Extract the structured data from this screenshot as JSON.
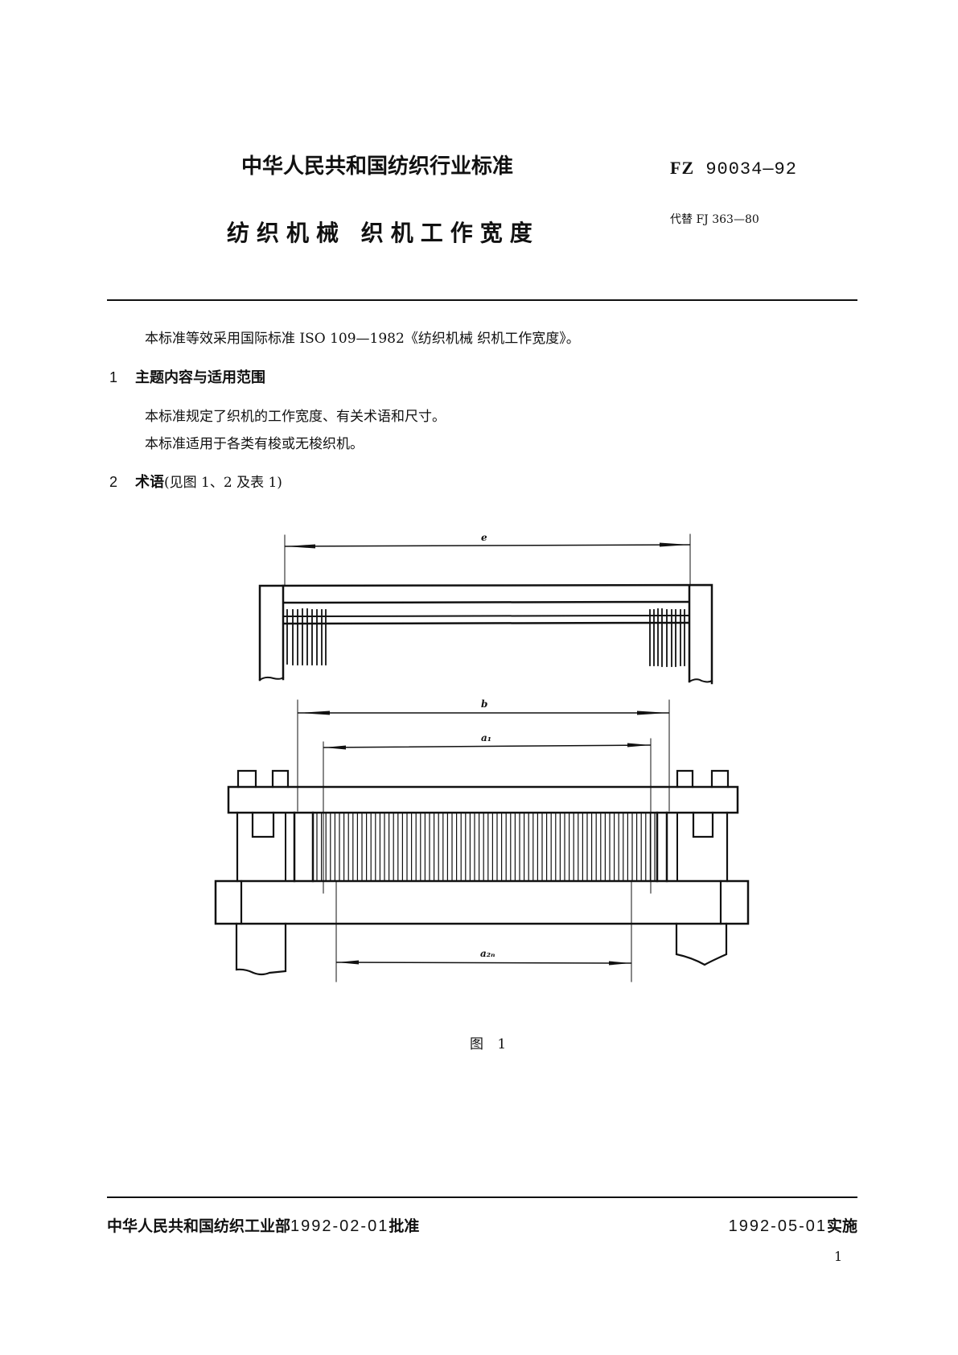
{
  "header": {
    "organization": "中华人民共和国纺织行业标准",
    "code_prefix": "FZ",
    "code_number": "90034—92",
    "title": "纺织机械  织机工作宽度",
    "replaces": "代替 FJ 363—80"
  },
  "body": {
    "intro": "本标准等效采用国际标准 ISO 109—1982《纺织机械   织机工作宽度》。",
    "sections": [
      {
        "number": "1",
        "title": "主题内容与适用范围",
        "paragraphs": [
          "本标准规定了织机的工作宽度、有关术语和尺寸。",
          "本标准适用于各类有梭或无梭织机。"
        ]
      },
      {
        "number": "2",
        "title": "术语",
        "title_suffix": "(见图 1、2 及表 1)"
      }
    ]
  },
  "figure": {
    "labels": {
      "e": "e",
      "b": "b",
      "a1": "a₁",
      "a2": "a₂ₙ"
    },
    "caption": "图 1"
  },
  "footer": {
    "issuer": "中华人民共和国纺织工业部",
    "approved_date": "1992-02-01",
    "approved_label": "批准",
    "effective_date": "1992-05-01",
    "effective_label": "实施",
    "page_number": "1"
  }
}
